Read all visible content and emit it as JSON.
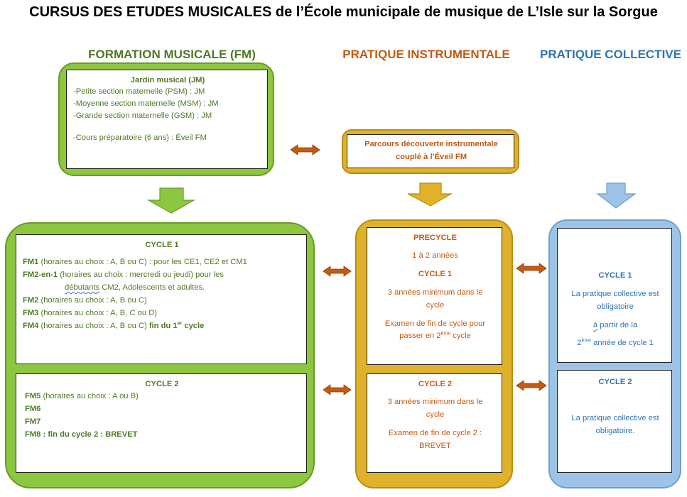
{
  "title": "CURSUS DES ETUDES MUSICALES de l’École municipale de musique de L’Isle sur la Sorgue",
  "columns": {
    "fm": "FORMATION MUSICALE (FM)",
    "pi": "PRATIQUE INSTRUMENTALE",
    "pc": "PRATIQUE COLLECTIVE"
  },
  "jardin": {
    "title": "Jardin musical (JM)",
    "lines": [
      "-Petite section maternelle (PSM) : JM",
      "-Moyenne section maternelle (MSM) : JM",
      "-Grande section maternelle (GSM) : JM",
      "-Cours préparatoire (6 ans) : Éveil FM"
    ]
  },
  "parcours": {
    "line1": "Parcours découverte instrumentale",
    "line2": "couplé à l’Éveil FM"
  },
  "fm_cycle1": {
    "title": "CYCLE 1",
    "fm1_code": "FM1",
    "fm1_text": " (horaires au choix : A, B ou C) : pour les CE1, CE2 et CM1",
    "fm2en1_code": "FM2-en-1",
    "fm2en1_text": " (horaires au choix : mercredi ou jeudi) pour les",
    "fm2en1_debutants": "débutants",
    "fm2en1_text2": " CM2, Adolescents et adultes.",
    "fm2_code": "FM2",
    "fm2_text": " (horaires au choix : A, B ou C)",
    "fm3_code": "FM3",
    "fm3_text": " (horaires au choix : A, B, C ou D)",
    "fm4_code": "FM4",
    "fm4_text": " (horaires au choix : A, B ou C)",
    "fm4_end_pre": " fin du 1",
    "fm4_end_sup": "er",
    "fm4_end_post": " cycle"
  },
  "fm_cycle2": {
    "title": "CYCLE 2",
    "fm5_code": "FM5",
    "fm5_text": " (horaires au choix : A ou B)",
    "fm6": "FM6",
    "fm7": "FM7",
    "fm8_code": "FM8",
    "fm8_text": " : fin du cycle 2 :  BREVET"
  },
  "pi_cycle1": {
    "precycle": "PRECYCLE",
    "precycle_years": "1 à 2 années",
    "title": "CYCLE 1",
    "line1": "3 années minimum dans le",
    "line2": "cycle",
    "line3": "Examen de fin de cycle pour",
    "line4_pre": "passer en 2",
    "line4_sup": "ème",
    "line4_post": " cycle"
  },
  "pi_cycle2": {
    "title": "CYCLE 2",
    "line1": "3 années minimum dans le",
    "line2": "cycle",
    "line3": "Examen de fin de cycle 2 :",
    "line4": "BREVET"
  },
  "pc_cycle1": {
    "title": "CYCLE 1",
    "line1": "La pratique collective est",
    "line2": "obligatoire",
    "line3_a": "à",
    "line3_b": " partir de la",
    "line4_sup": "ème",
    "line4_pre": "2",
    "line4_post": " année de cycle 1"
  },
  "pc_cycle2": {
    "title": "CYCLE 2",
    "line1": "La pratique collective est",
    "line2": "obligatoire."
  },
  "colors": {
    "green": "#8dc63f",
    "green_text": "#4f7a28",
    "orange": "#e0b22c",
    "orange_text": "#c55a11",
    "blue": "#9dc3e6",
    "blue_text": "#2e75b6",
    "connector": "#c55a11"
  }
}
